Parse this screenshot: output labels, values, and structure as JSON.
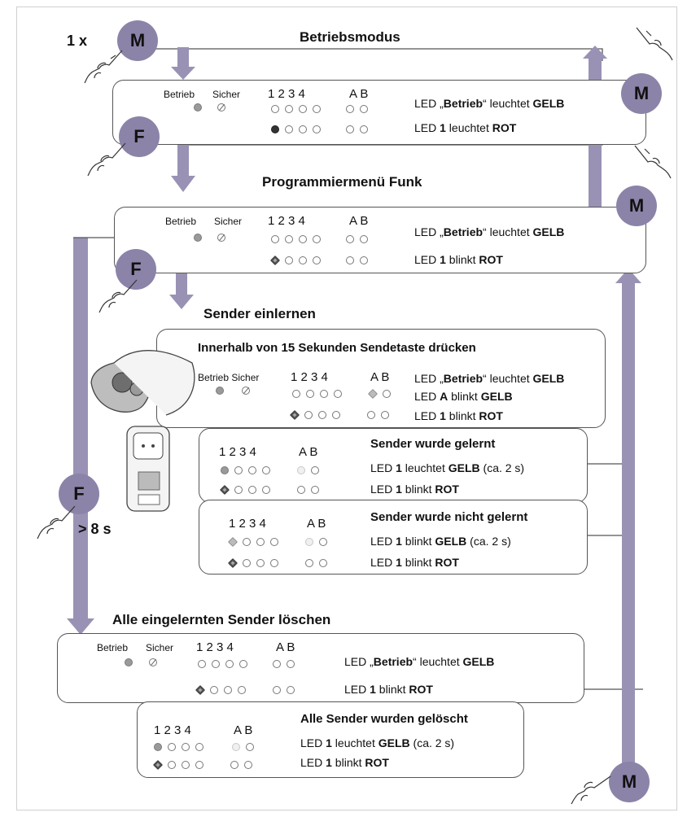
{
  "titles": {
    "betriebsmodus": "Betriebsmodus",
    "programmiermenu": "Programmiermenü Funk",
    "sender_einlernen": "Sender einlernen",
    "innerhalb": "Innerhalb von 15 Sekunden Sendetaste drücken",
    "gelernt": "Sender wurde gelernt",
    "nicht_gelernt": "Sender wurde nicht gelernt",
    "alle_loeschen": "Alle eingelernten Sender löschen",
    "geloescht": "Alle Sender wurden gelöscht"
  },
  "labels": {
    "betrieb": "Betrieb",
    "sicher": "Sicher",
    "betrieb_sicher": "Betrieb Sicher",
    "digits": "1  2  3  4",
    "ab": "A  B"
  },
  "buttons": {
    "m": "M",
    "f": "F"
  },
  "prefix_1x": "1 x",
  "hold_time": "> 8 s",
  "lines": {
    "betrieb_gelb": [
      "LED „",
      "Betrieb",
      "“ leuchtet ",
      "GELB"
    ],
    "led1_leuchtet_rot": [
      "LED ",
      "1",
      " leuchtet ",
      "ROT"
    ],
    "led1_blinkt_rot": [
      "LED ",
      "1",
      " blinkt ",
      "ROT"
    ],
    "ledA_blinkt_gelb": [
      "LED ",
      "A",
      " blinkt ",
      "GELB"
    ],
    "led1_leuchtet_gelb_2s": [
      "LED ",
      "1",
      " leuchtet ",
      "GELB",
      " (ca. 2 s)"
    ],
    "led1_blinkt_gelb_2s": [
      "LED ",
      "1",
      " blinkt ",
      "GELB",
      " (ca. 2 s)"
    ]
  },
  "colors": {
    "accent": "#9a92b4",
    "button": "#8c83a8"
  }
}
